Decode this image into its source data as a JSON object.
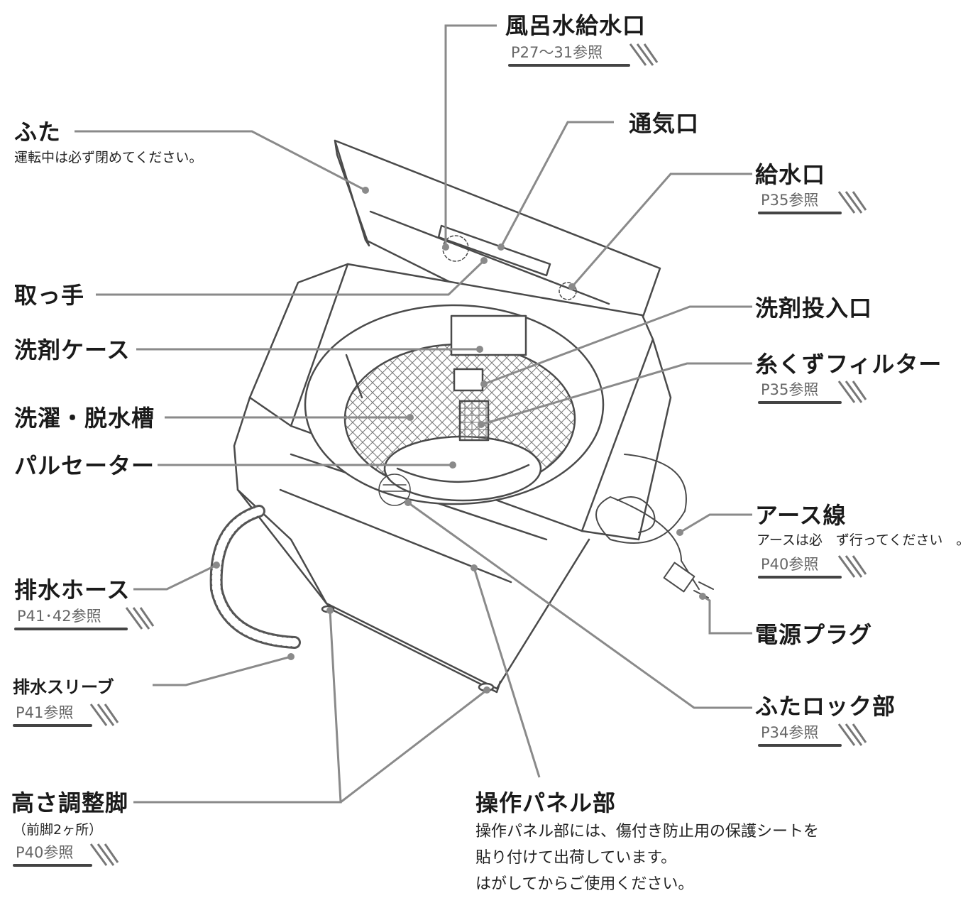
{
  "labels": {
    "furo": {
      "title": "風呂水給水口",
      "ref": "P27〜31参照"
    },
    "tsuuki": {
      "title": "通気口"
    },
    "futa": {
      "title": "ふた",
      "note": "運転中は必ず閉めてください。"
    },
    "kyuusui": {
      "title": "給水口",
      "ref": "P35参照"
    },
    "totte": {
      "title": "取っ手"
    },
    "senzai_tounyu": {
      "title": "洗剤投入口"
    },
    "senzai_case": {
      "title": "洗剤ケース"
    },
    "itokuzu": {
      "title": "糸くずフィルター",
      "ref": "P35参照"
    },
    "sentaku_sou": {
      "title": "洗濯・脱水槽"
    },
    "pulsator": {
      "title": "パルセーター"
    },
    "earth": {
      "title": "アース線",
      "note": "アースは必　ず行ってください　。",
      "ref": "P40参照"
    },
    "haisui_hose": {
      "title": "排水ホース",
      "ref": "P41･42参照"
    },
    "dengen": {
      "title": "電源プラグ"
    },
    "sleeve": {
      "title": "排水スリーブ",
      "ref": "P41参照"
    },
    "lock": {
      "title": "ふたロック部",
      "ref": "P34参照"
    },
    "ashi": {
      "title": "高さ調整脚",
      "note": "（前脚2ヶ所）",
      "ref": "P40参照"
    },
    "panel": {
      "title": "操作パネル部",
      "note_lines": [
        "操作パネル部には、傷付き防止用の保護シートを",
        "貼り付けて出荷しています。",
        "はがしてからご使用ください。"
      ]
    }
  },
  "colors": {
    "leader": "#8a8a8a",
    "outline": "#4a4a4a",
    "label": "#1a1a1a",
    "ref_text": "#666666"
  }
}
